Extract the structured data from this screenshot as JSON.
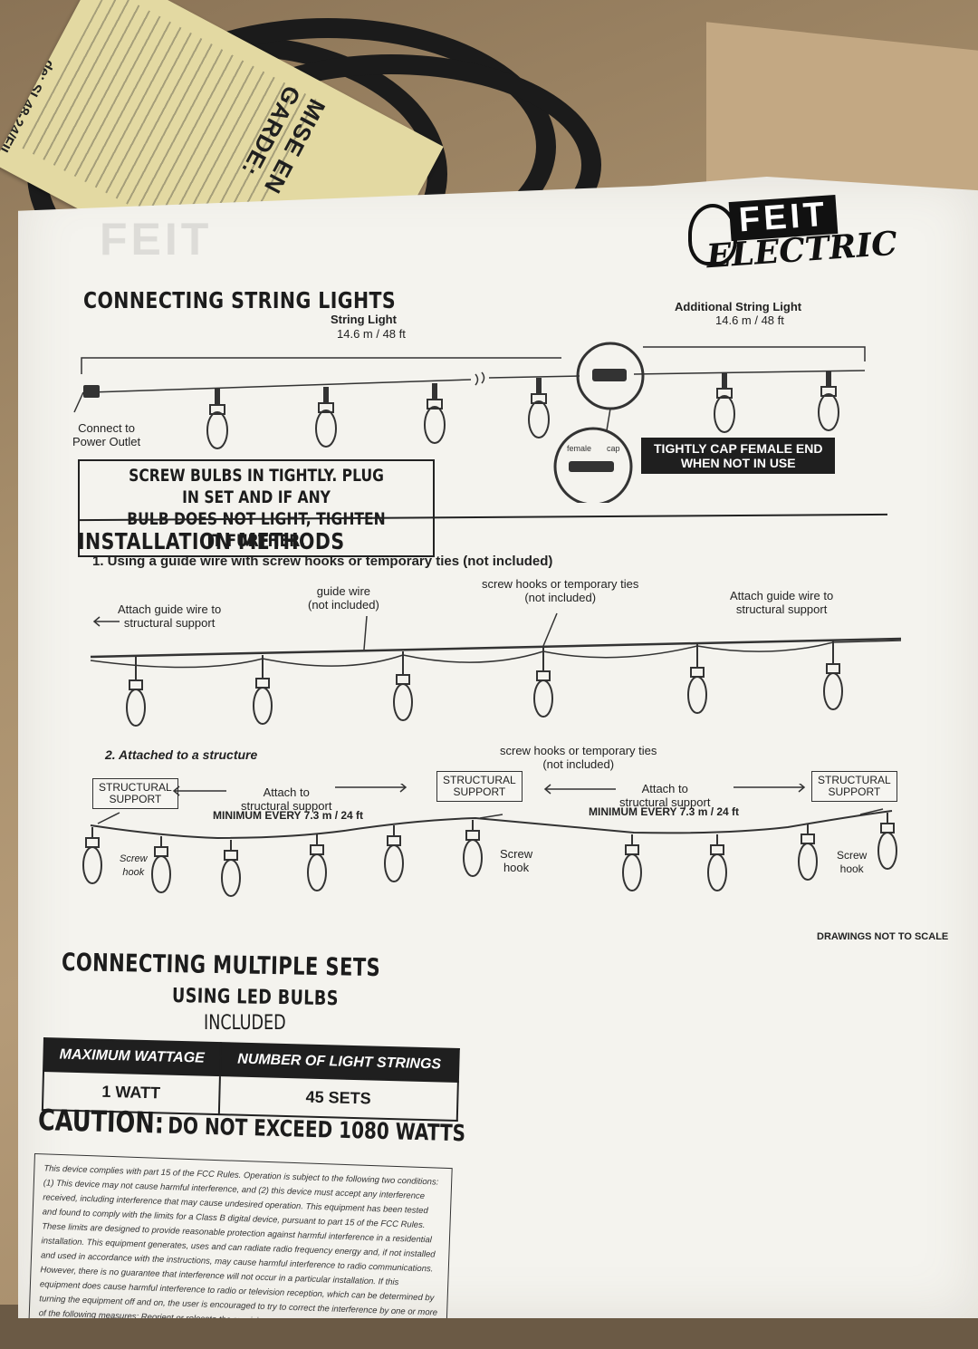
{
  "tag": {
    "title": "MISE EN GARDE:",
    "model": "de: SL48-24/FIL"
  },
  "brand": {
    "top": "FEIT",
    "bottom": "ELECTRIC"
  },
  "connecting": {
    "heading": "CONNECTING STRING LIGHTS",
    "string_light": "String Light",
    "string_light_len": "14.6 m / 48 ft",
    "additional": "Additional String Light",
    "additional_len": "14.6 m / 48 ft",
    "connect_to": "Connect to",
    "power_outlet": "Power Outlet",
    "screw_note_1": "SCREW BULBS IN TIGHTLY. PLUG IN SET AND IF ANY",
    "screw_note_2": "BULB DOES NOT LIGHT, TIGHTEN IT FURTHER.",
    "female": "female",
    "cap": "cap",
    "cap_note_1": "TIGHTLY CAP FEMALE END",
    "cap_note_2": "WHEN NOT IN USE"
  },
  "install": {
    "heading": "INSTALLATION METHODS",
    "method1": "1. Using a guide wire with screw hooks or temporary ties (not included)",
    "attach_guide_1": "Attach guide wire to",
    "attach_guide_2": "structural support",
    "guide_wire_1": "guide wire",
    "guide_wire_2": "(not included)",
    "hooks_1": "screw hooks or temporary ties",
    "hooks_2": "(not included)",
    "attach_guide_r1": "Attach guide wire to",
    "attach_guide_r2": "structural support",
    "method2": "2. Attached to a structure",
    "struct_1": "STRUCTURAL",
    "struct_2": "SUPPORT",
    "attach_to_1": "Attach to",
    "attach_to_2": "structural support",
    "minimum": "MINIMUM EVERY 7.3 m / 24 ft",
    "screw": "Screw",
    "hook": "hook",
    "scale": "DRAWINGS NOT TO SCALE"
  },
  "multiple": {
    "heading": "CONNECTING MULTIPLE SETS",
    "sub1": "USING LED BULBS",
    "sub2": "INCLUDED",
    "col1": "MAXIMUM WATTAGE",
    "col2": "NUMBER OF LIGHT STRINGS",
    "val1": "1 WATT",
    "val2": "45 SETS",
    "caution_label": "CAUTION:",
    "caution_text": "DO NOT EXCEED 1080 WATTS"
  },
  "fcc": "This device complies with part 15 of the FCC Rules. Operation is subject to the following two conditions: (1) This device may not cause harmful interference, and (2) this device must accept any interference received, including interference that may cause undesired operation. This equipment has been tested and found to comply with the limits for a Class B digital device, pursuant to part 15 of the FCC Rules. These limits are designed to provide reasonable protection against harmful interference in a residential installation. This equipment generates, uses and can radiate radio frequency energy and, if not installed and used in accordance with the instructions, may cause harmful interference to radio communications. However, there is no guarantee that interference will not occur in a particular installation. If this equipment does cause harmful interference to radio or television reception, which can be determined by turning the equipment off and on, the user is encouraged to try to correct the interference by one or more of the following measures: Reorient or relocate the receiving antenna. Increase the separation between the equipment and receiver."
}
